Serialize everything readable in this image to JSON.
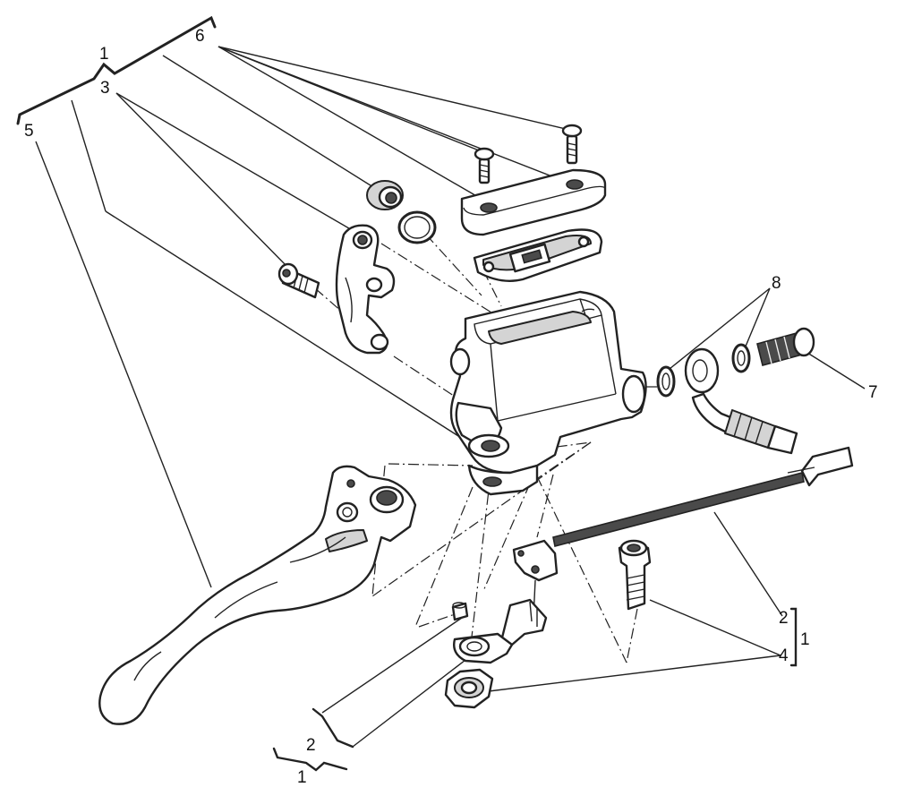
{
  "callouts": {
    "c1_top": "1",
    "c3": "3",
    "c5": "5",
    "c6": "6",
    "c8": "8",
    "c7": "7",
    "c2_right": "2",
    "c1_right": "1",
    "c4_right": "4",
    "c2_bottom": "2",
    "c1_bottom": "1"
  }
}
